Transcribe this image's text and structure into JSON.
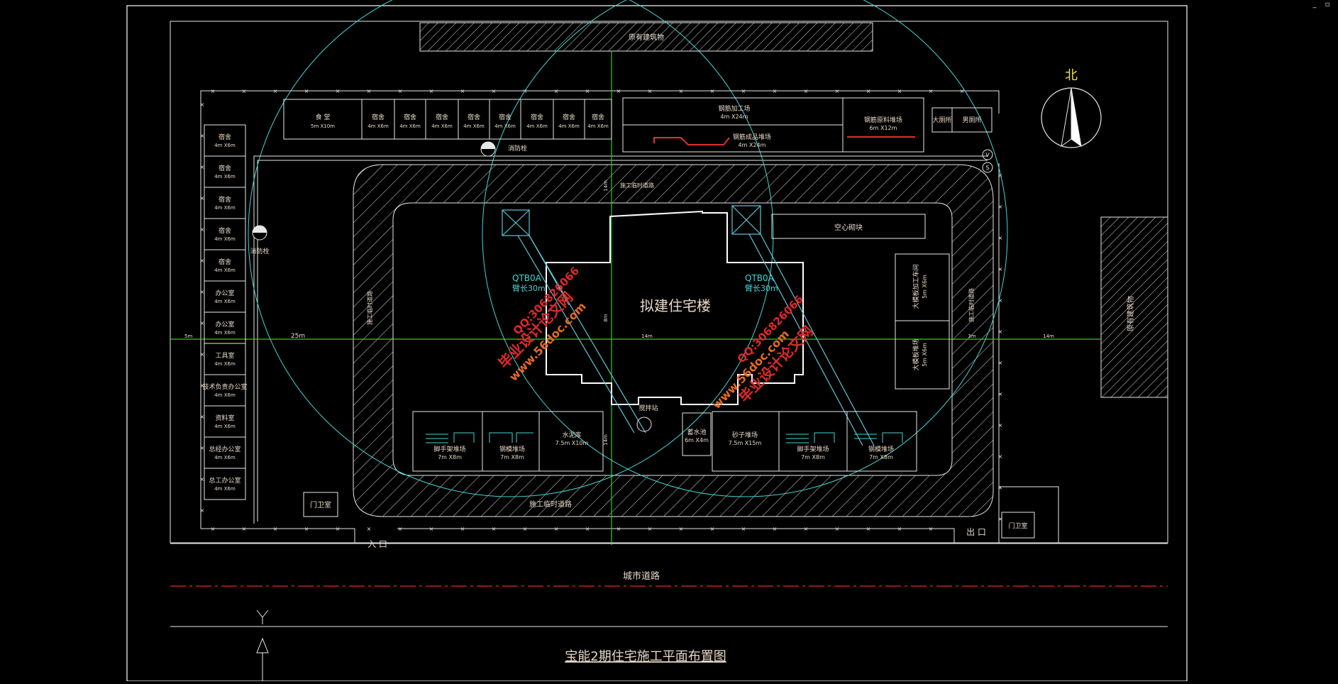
{
  "drawing_title": "宝能2期住宅施工平面布置图",
  "north_label": "北",
  "existing_building_label": "原有建筑物",
  "right_hatched_label": "原有建筑物",
  "main_building_label": "拟建住宅楼",
  "city_road_label": "城市道路",
  "entrance_label": "入 口",
  "exit_label": "出 口",
  "guard_room_left": "门卫室",
  "guard_room_right": "门卫室",
  "hydrant_labels": [
    "消防栓",
    "消防栓"
  ],
  "crane_left": {
    "model": "QTB0A",
    "reach": "臂长30m"
  },
  "crane_right": {
    "model": "QTB0A",
    "reach": "臂长30m"
  },
  "temp_road_top": "施工临时道路",
  "temp_road_bottom": "施工临时道路",
  "temp_road_left": "施工临时道路",
  "temp_road_right": "施工临时道路",
  "top_rooms": [
    {
      "name": "食 堂",
      "size": "5m X10m"
    },
    {
      "name": "宿舍",
      "size": "4m X6m"
    },
    {
      "name": "宿舍",
      "size": "4m X6m"
    },
    {
      "name": "宿舍",
      "size": "4m X6m"
    },
    {
      "name": "宿舍",
      "size": "4m X6m"
    },
    {
      "name": "宿舍",
      "size": "4m X6m"
    },
    {
      "name": "宿舍",
      "size": "4m X6m"
    },
    {
      "name": "宿舍",
      "size": "4m X6m"
    },
    {
      "name": "宿舍",
      "size": "4m X6m"
    }
  ],
  "left_rooms": [
    {
      "name": "宿舍",
      "size": "4m X6m"
    },
    {
      "name": "宿舍",
      "size": "4m X6m"
    },
    {
      "name": "宿舍",
      "size": "4m X6m"
    },
    {
      "name": "宿舍",
      "size": "4m X6m"
    },
    {
      "name": "宿舍",
      "size": "4m X6m"
    },
    {
      "name": "办公室",
      "size": "4m X6m"
    },
    {
      "name": "办公室",
      "size": "4m X6m"
    },
    {
      "name": "工具室",
      "size": "4m X6m"
    },
    {
      "name": "技术负责办公室",
      "size": "4m X6m"
    },
    {
      "name": "资料室",
      "size": "4m X6m"
    },
    {
      "name": "总经办公室",
      "size": "4m X6m"
    },
    {
      "name": "总工办公室",
      "size": "4m X6m"
    }
  ],
  "steel_work": {
    "name": "钢筋加工场",
    "size": "4m X24m"
  },
  "steel_finished": {
    "name": "钢筋成品堆场",
    "size": "4m X24m"
  },
  "steel_raw": {
    "name": "钢筋原料堆场",
    "size": "6m X12m"
  },
  "toilet_big": "大厕所",
  "toilet_male": "男厕所",
  "hollow_block": "空心砌块",
  "formwork_work": {
    "name": "大模板加工车间",
    "size": "5m X6m"
  },
  "formwork_yard": {
    "name": "大模板堆场",
    "size": "5m X6m"
  },
  "bottom_left_yards": [
    {
      "name": "脚手架堆场",
      "size": "7m X8m"
    },
    {
      "name": "钢模堆场",
      "size": "7m X8m"
    },
    {
      "name": "水泥库",
      "size": "7.5m X10m"
    }
  ],
  "bottom_right_yards": [
    {
      "name": "蓄水池",
      "size": "6m X4m"
    },
    {
      "name": "砂子堆场",
      "size": "7.5m X15m"
    },
    {
      "name": "脚手架堆场",
      "size": "7m X8m"
    },
    {
      "name": "钢模堆场",
      "size": "7m X8m"
    }
  ],
  "mixer_label": "搅拌站",
  "dimension_labels": [
    "5m",
    "25m",
    "14m",
    "3m",
    "14m",
    "8m",
    "14m",
    "14m"
  ],
  "watermarks": [
    {
      "line1": "毕业设计论文网",
      "line2": "www.56doc.com",
      "line3": "QQ:306826066"
    },
    {
      "line1": "毕业设计论文网",
      "line2": "www.56doc.com",
      "line3": "QQ:306826066"
    }
  ],
  "window_controls": [
    "_",
    "▫"
  ],
  "colors": {
    "background": "#000000",
    "frame": "#ffffff",
    "building_outline": "#d9c9b8",
    "grid_green": "#2ecc2e",
    "cyan": "#43d6d6",
    "crane_cyan": "#5cc8d8",
    "red_rebar": "#e03030",
    "red_dash": "#c0202a",
    "yellow": "#f0e040",
    "text_warm": "#e8d8c8",
    "watermark_red": "#e02a2a",
    "watermark_orange": "#e86a20"
  }
}
